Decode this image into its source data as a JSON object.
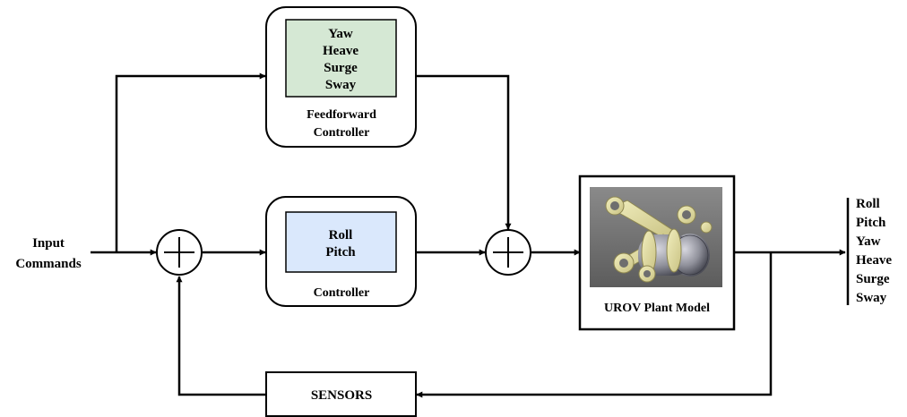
{
  "input": {
    "line1": "Input",
    "line2": "Commands"
  },
  "feedforward": {
    "states": [
      "Yaw",
      "Heave",
      "Surge",
      "Sway"
    ],
    "title_line1": "Feedforward",
    "title_line2": "Controller",
    "fill_color": "#d5e8d4"
  },
  "controller": {
    "states": [
      "Roll",
      "Pitch"
    ],
    "title": "Controller",
    "fill_color": "#dae8fc"
  },
  "plant": {
    "title": "UROV Plant Model",
    "image_description": "3D render of underwater remotely operated vehicle frame"
  },
  "sensors": {
    "label": "SENSORS"
  },
  "outputs": [
    "Roll",
    "Pitch",
    "Yaw",
    "Heave",
    "Surge",
    "Sway"
  ],
  "summing_junction_symbol": "plus-in-circle"
}
